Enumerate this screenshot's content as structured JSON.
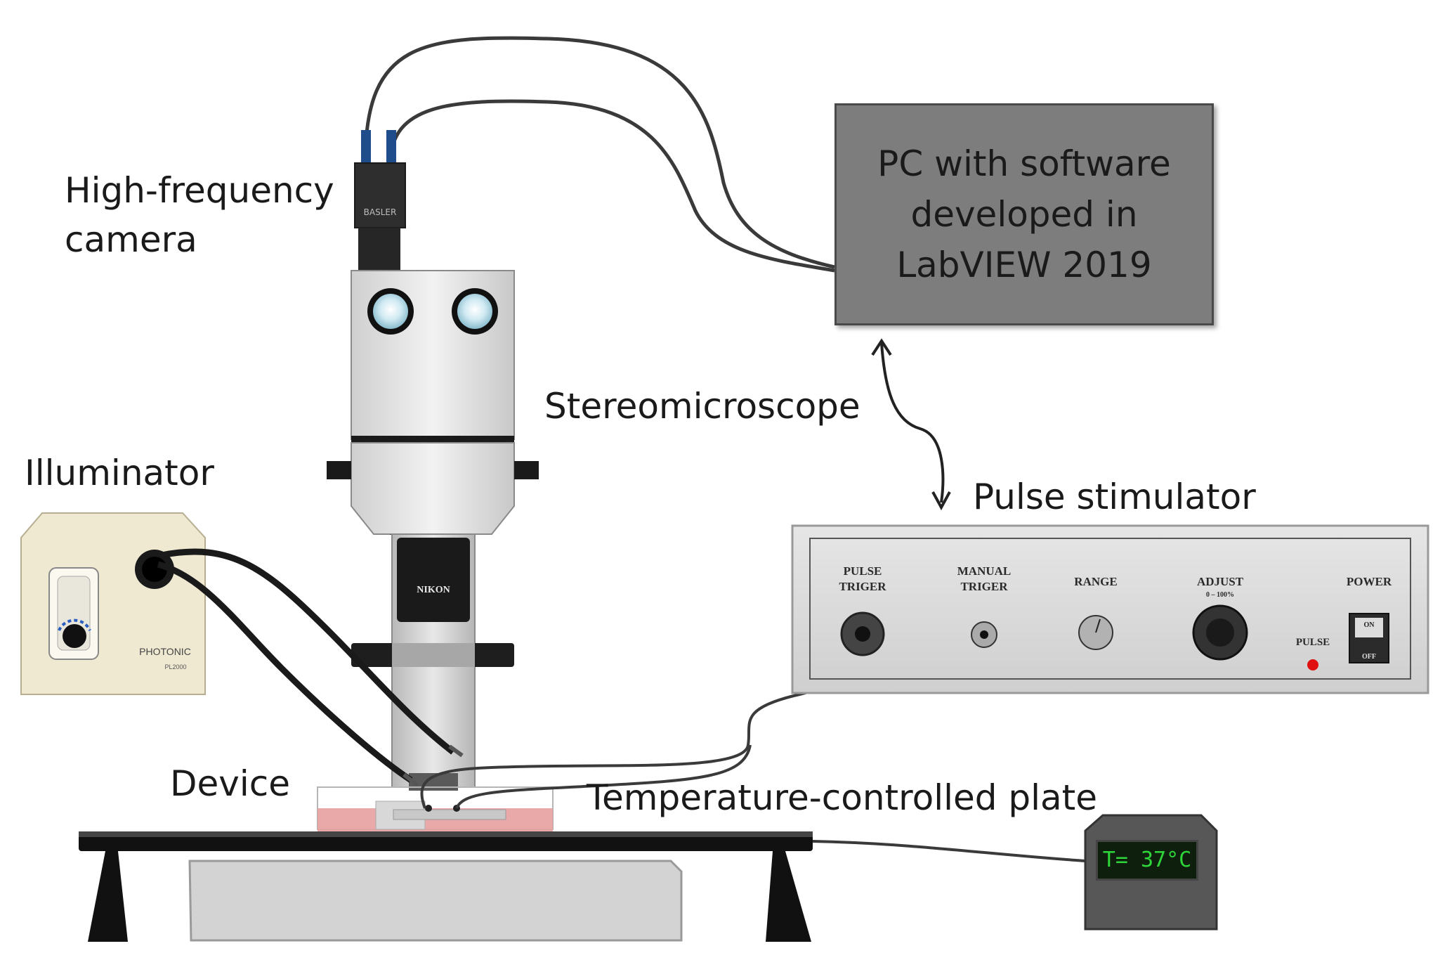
{
  "labels": {
    "camera_line1": "High-frequency",
    "camera_line2": "camera",
    "pc_line1": "PC with software",
    "pc_line2": "developed in",
    "pc_line3": "LabVIEW 2019",
    "stereomicroscope": "Stereomicroscope",
    "illuminator": "Illuminator",
    "pulse_stimulator": "Pulse stimulator",
    "device": "Device",
    "temperature_plate": "Temperature-controlled plate"
  },
  "camera": {
    "brand": "BASLER"
  },
  "microscope": {
    "brand": "NIKON"
  },
  "illuminator": {
    "brand": "PHOTONIC",
    "model": "PL2000"
  },
  "stimulator": {
    "pulse_triger_1": "PULSE",
    "pulse_triger_2": "TRIGER",
    "manual_triger_1": "MANUAL",
    "manual_triger_2": "TRIGER",
    "range": "RANGE",
    "adjust": "ADJUST",
    "adjust_range": "0 – 100%",
    "power": "POWER",
    "pulse_led": "PULSE",
    "switch_on": "ON",
    "switch_off": "OFF"
  },
  "temperature_display": "T= 37°C",
  "colors": {
    "pc_box": "#7d7d7d",
    "cable": "#3a3a3a",
    "led": "#e01010",
    "lcd_text": "#2fd63a",
    "tissue": "#e8a0a0"
  }
}
